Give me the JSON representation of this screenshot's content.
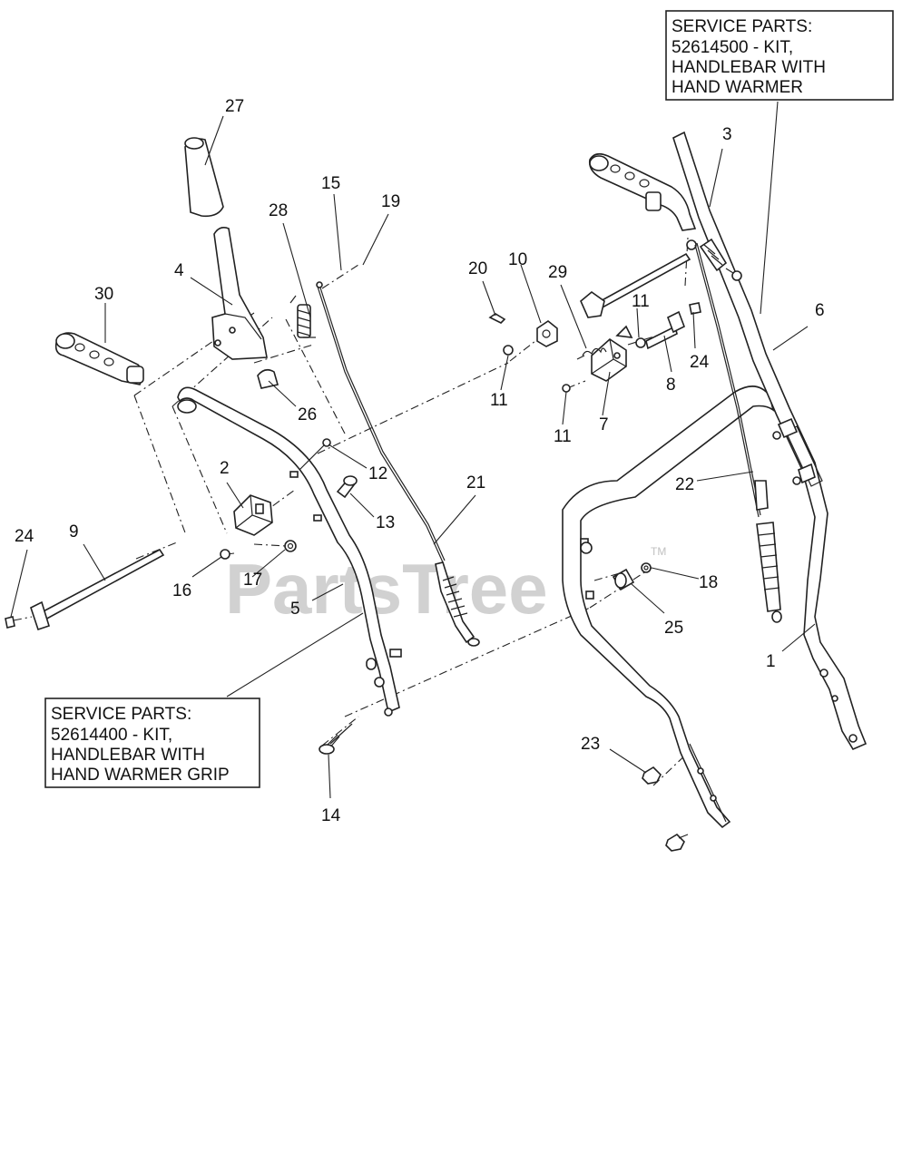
{
  "watermark": {
    "text": "PartsTree",
    "tm": "TM"
  },
  "service_boxes": [
    {
      "lines": [
        "SERVICE PARTS:",
        "52614500 - KIT,",
        "HANDLEBAR WITH",
        "HAND WARMER"
      ]
    },
    {
      "lines": [
        "SERVICE PARTS:",
        "52614400 - KIT,",
        "HANDLEBAR WITH",
        "HAND WARMER GRIP"
      ]
    }
  ],
  "callouts": [
    "27",
    "15",
    "19",
    "28",
    "4",
    "30",
    "20",
    "10",
    "29",
    "11",
    "3",
    "6",
    "24",
    "8",
    "11",
    "7",
    "11",
    "26",
    "2",
    "12",
    "13",
    "21",
    "22",
    "24",
    "9",
    "16",
    "17",
    "5",
    "18",
    "25",
    "1",
    "23",
    "14"
  ]
}
